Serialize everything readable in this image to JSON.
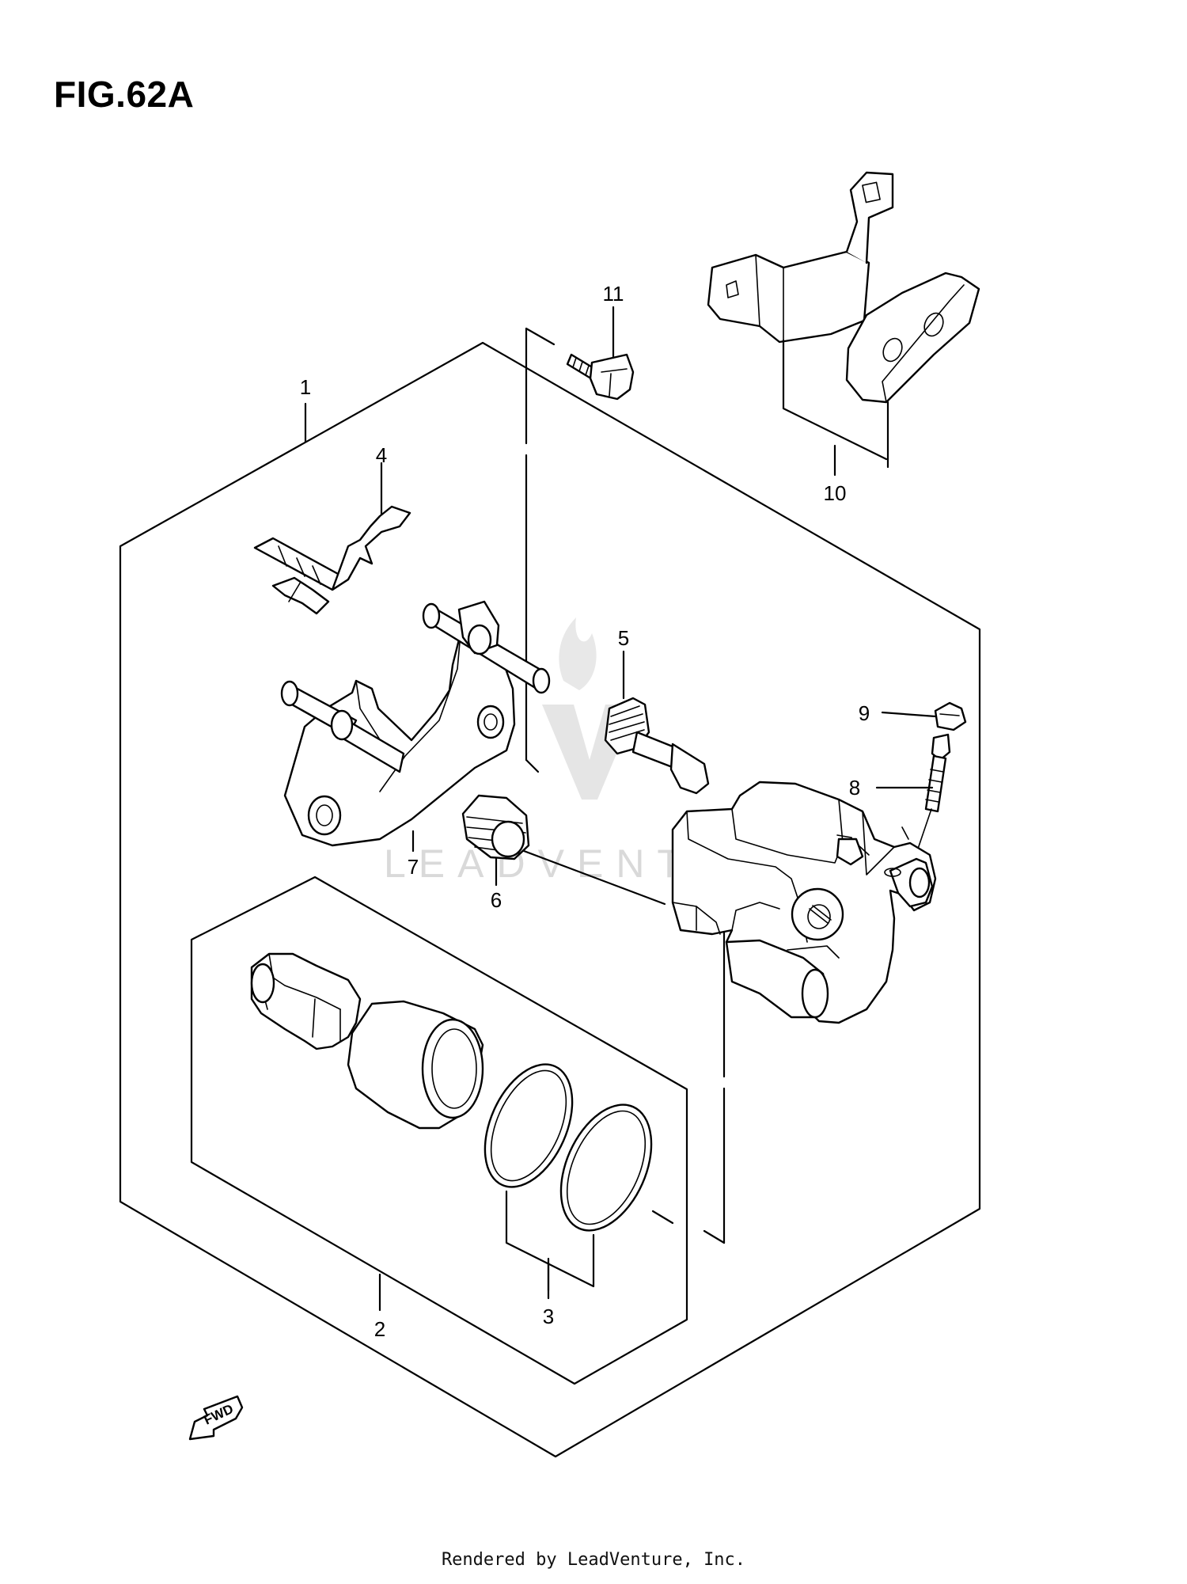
{
  "figure": {
    "title": "FIG.62A",
    "footer": "Rendered by LeadVenture, Inc.",
    "watermark": "LEADVENTURE",
    "direction_marker": "FWD"
  },
  "callouts": [
    {
      "id": "1",
      "label": "1"
    },
    {
      "id": "2",
      "label": "2"
    },
    {
      "id": "3",
      "label": "3"
    },
    {
      "id": "4",
      "label": "4"
    },
    {
      "id": "5",
      "label": "5"
    },
    {
      "id": "6",
      "label": "6"
    },
    {
      "id": "7",
      "label": "7"
    },
    {
      "id": "8",
      "label": "8"
    },
    {
      "id": "9",
      "label": "9"
    },
    {
      "id": "10",
      "label": "10"
    },
    {
      "id": "11",
      "label": "11"
    }
  ],
  "colors": {
    "line": "#000000",
    "background": "#ffffff",
    "watermark": "#d9d9d9"
  }
}
